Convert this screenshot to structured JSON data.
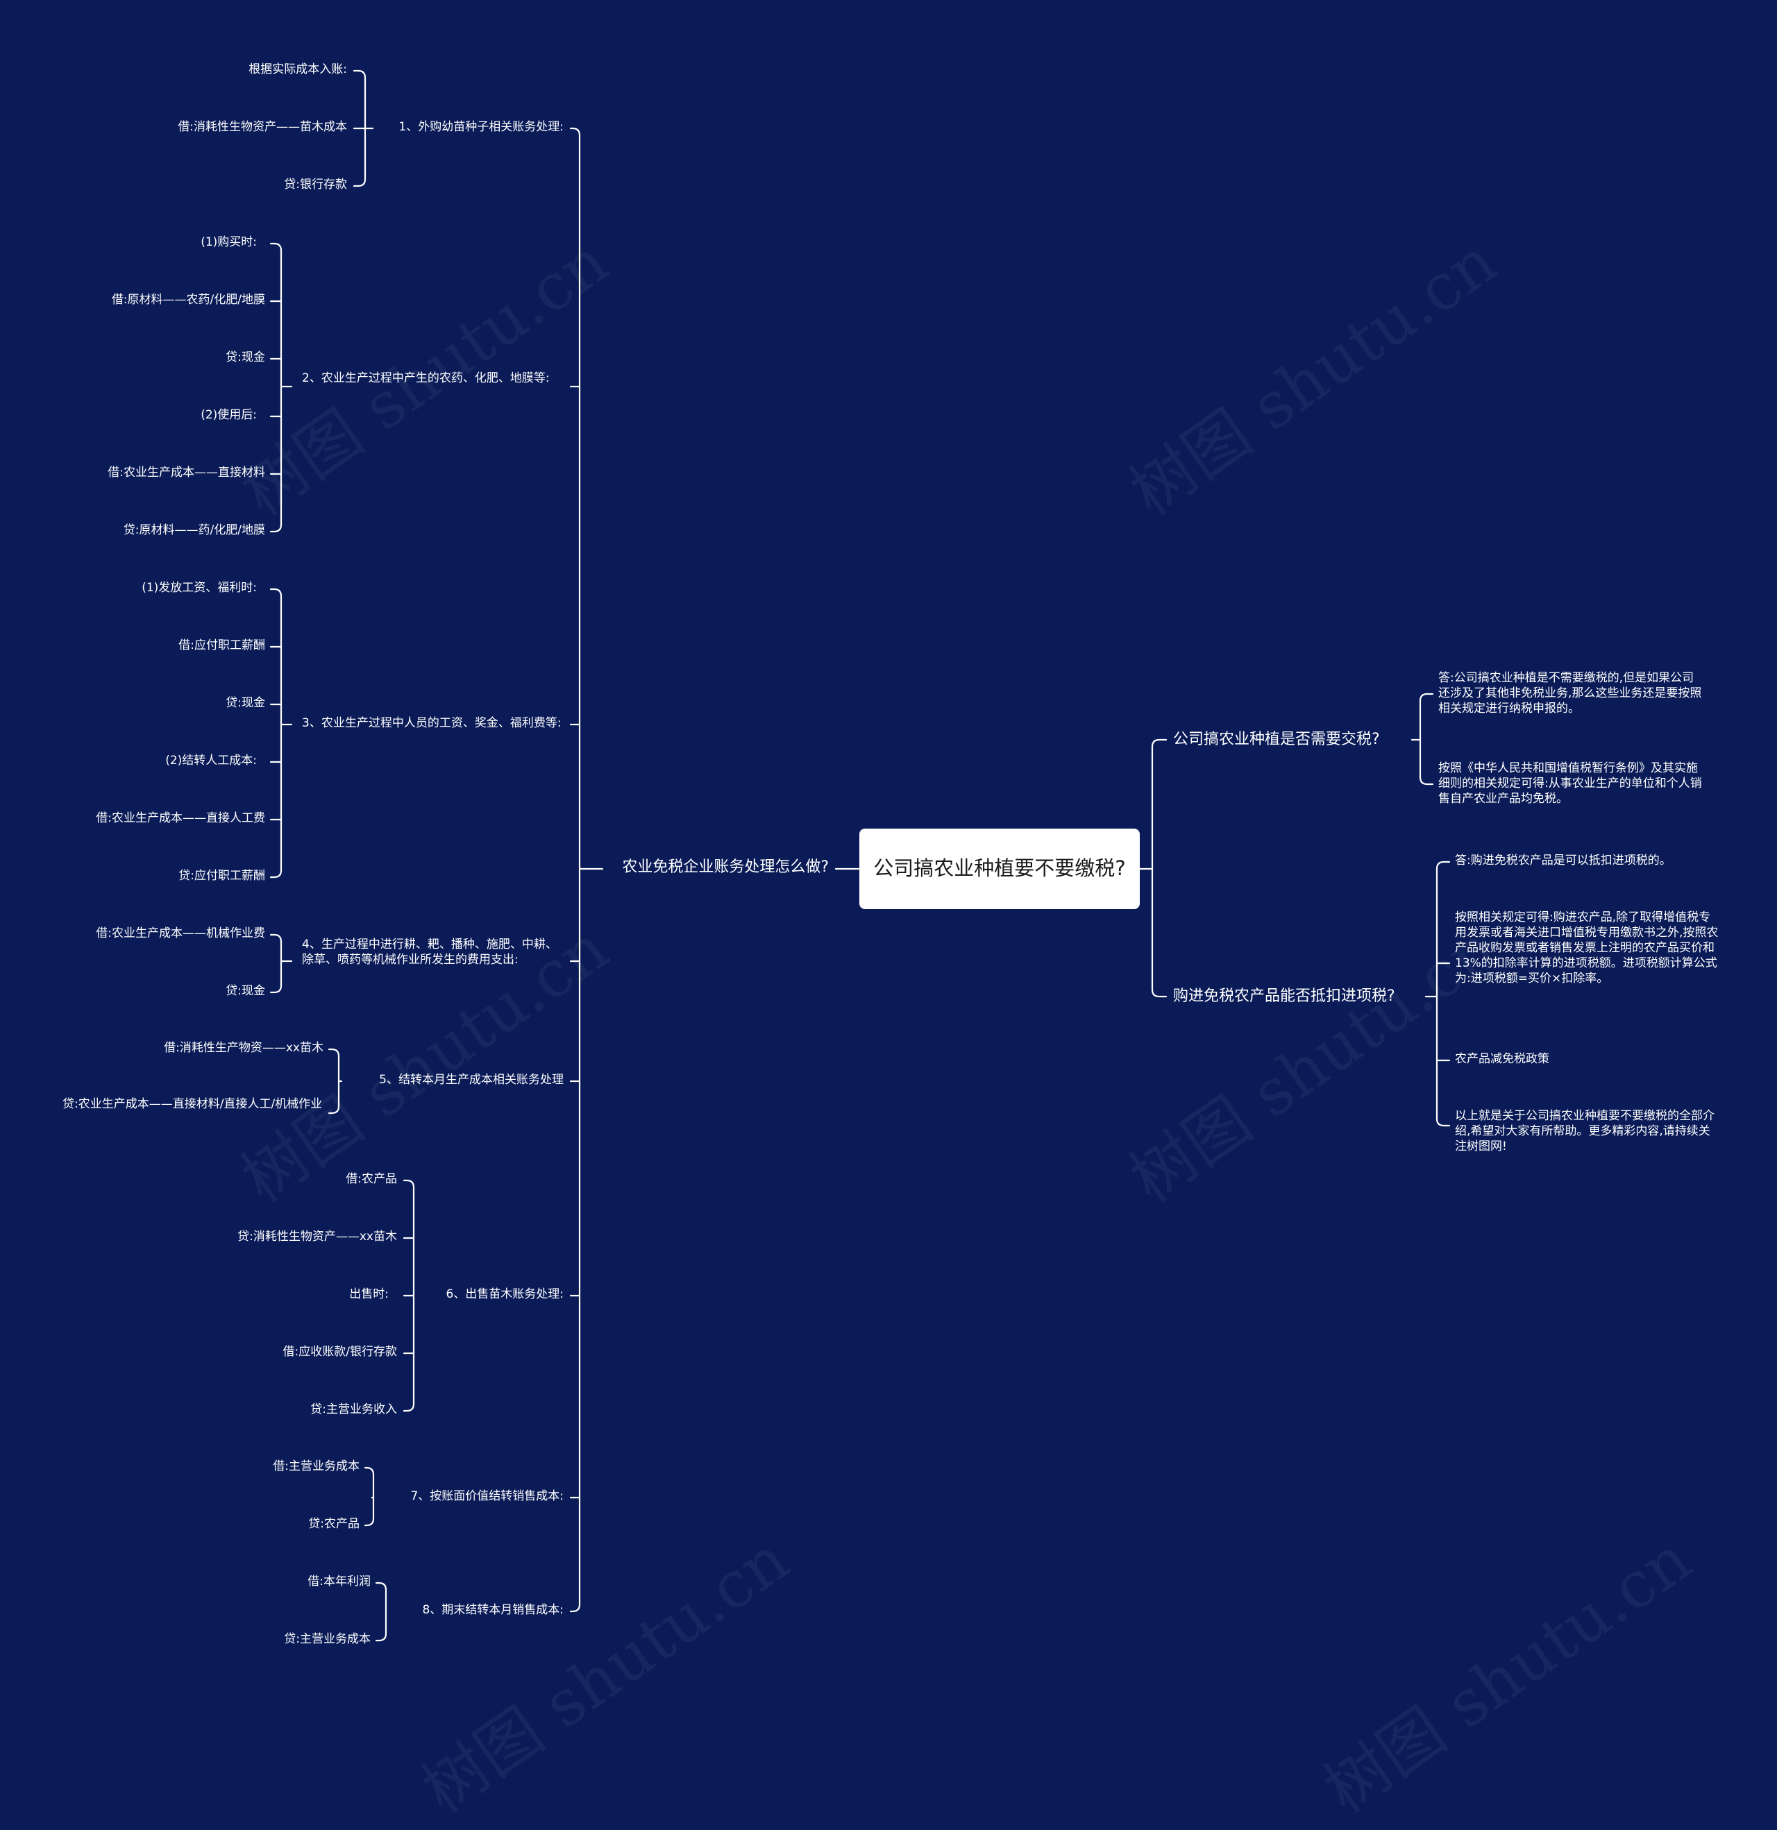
{
  "root": "公司搞农业种植要不要缴税?",
  "watermark": "树图 shutu.cn",
  "left": {
    "label": "农业免税企业账务处理怎么做?",
    "sections": [
      {
        "label": "1、外购幼苗种子相关账务处理:",
        "items": [
          "根据实际成本入账:",
          "借:消耗性生物资产——苗木成本",
          "贷:银行存款"
        ]
      },
      {
        "label": "2、农业生产过程中产生的农药、化肥、地膜等:",
        "items": [
          "(1)购买时:",
          "借:原材料——农药/化肥/地膜",
          "贷:现金",
          "(2)使用后:",
          "借:农业生产成本——直接材料",
          "贷:原材料——药/化肥/地膜"
        ]
      },
      {
        "label": "3、农业生产过程中人员的工资、奖金、福利费等:",
        "items": [
          "(1)发放工资、福利时:",
          "借:应付职工薪酬",
          "贷:现金",
          "(2)结转人工成本:",
          "借:农业生产成本——直接人工费",
          "贷:应付职工薪酬"
        ]
      },
      {
        "label": "4、生产过程中进行耕、耙、播种、施肥、中耕、除草、喷药等机械作业所发生的费用支出:",
        "items": [
          "借:农业生产成本——机械作业费",
          "贷:现金"
        ]
      },
      {
        "label": "5、结转本月生产成本相关账务处理",
        "items": [
          "借:消耗性生产物资——xx苗木",
          "贷:农业生产成本——直接材料/直接人工/机械作业"
        ]
      },
      {
        "label": "6、出售苗木账务处理:",
        "items": [
          "借:农产品",
          "贷:消耗性生物资产——xx苗木",
          "出售时:",
          "借:应收账款/银行存款",
          "贷:主营业务收入"
        ]
      },
      {
        "label": "7、按账面价值结转销售成本:",
        "items": [
          "借:主营业务成本",
          "贷:农产品"
        ]
      },
      {
        "label": "8、期末结转本月销售成本:",
        "items": [
          "借:本年利润",
          "贷:主营业务成本"
        ]
      }
    ]
  },
  "right": [
    {
      "label": "公司搞农业种植是否需要交税?",
      "items": [
        "答:公司搞农业种植是不需要缴税的,但是如果公司还涉及了其他非免税业务,那么这些业务还是要按照相关规定进行纳税申报的。",
        "按照《中华人民共和国增值税暂行条例》及其实施细则的相关规定可得:从事农业生产的单位和个人销售自产农业产品均免税。"
      ]
    },
    {
      "label": "购进免税农产品能否抵扣进项税?",
      "items": [
        "答:购进免税农产品是可以抵扣进项税的。",
        "按照相关规定可得:购进农产品,除了取得增值税专用发票或者海关进口增值税专用缴款书之外,按照农产品收购发票或者销售发票上注明的农产品买价和13%的扣除率计算的进项税额。进项税额计算公式为:进项税额=买价×扣除率。",
        "农产品减免税政策",
        "以上就是关于公司搞农业种植要不要缴税的全部介绍,希望对大家有所帮助。更多精彩内容,请持续关注树图网!"
      ]
    }
  ],
  "colors": {
    "background": "#0a1b57",
    "line": "#ffffff",
    "root_bg": "#ffffff",
    "root_text": "#1a1a1a"
  }
}
